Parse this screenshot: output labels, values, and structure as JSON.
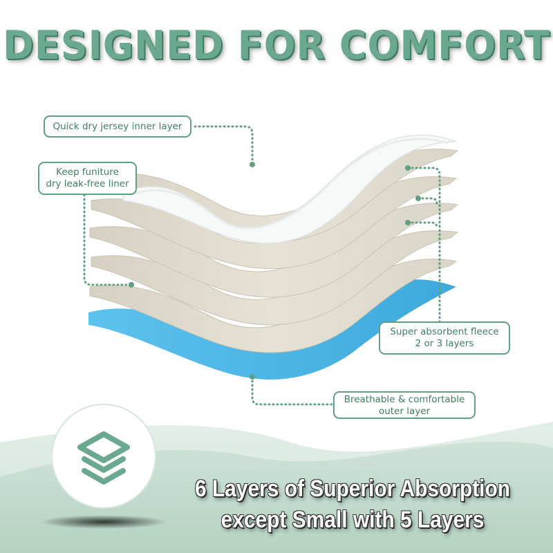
{
  "headline": "DESIGNED FOR COMFORT",
  "callouts": {
    "jersey": "Quick dry jersey inner layer",
    "liner_line1": "Keep funiture",
    "liner_line2": "dry leak-free liner",
    "fleece_line1": "Super absorbent fleece",
    "fleece_line2": "2 or 3 layers",
    "outer_line1": "Breathable & comfortable",
    "outer_line2": "outer layer"
  },
  "tagline": {
    "line1": "6 Layers of Superior Absorption",
    "line2": "except Small with 5 Layers"
  },
  "icon": "stacked-layers-icon",
  "colors": {
    "brand_green": "#5f9f82",
    "headline_green": "#6aa890",
    "liner_blue": "#4fb8e6",
    "fleece_beige": "#e2ded1",
    "jersey_white": "#f7f8f8"
  }
}
